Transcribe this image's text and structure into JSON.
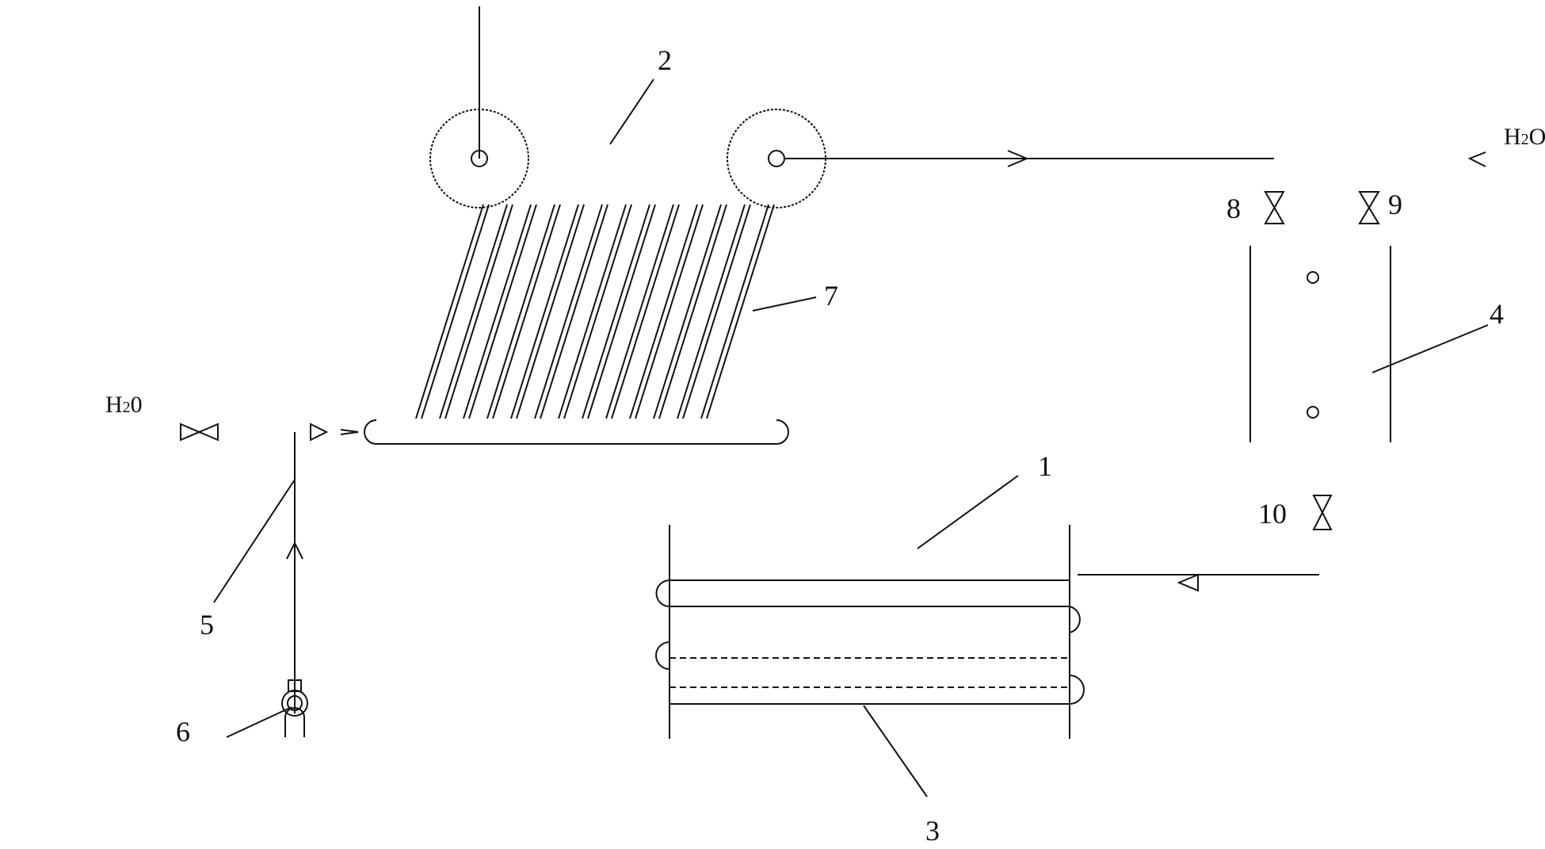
{
  "labels": {
    "n1": "1",
    "n2": "2",
    "n3": "3",
    "n4": "4",
    "n5": "5",
    "n6": "6",
    "n7": "7",
    "n8": "8",
    "n9": "9",
    "n10": "10"
  },
  "water": {
    "left_h": "H",
    "left_sub": "2",
    "left_o": "0",
    "right_h": "H",
    "right_sub": "2",
    "right_o": "O"
  },
  "colors": {
    "line": "#111111",
    "background": "#ffffff"
  }
}
